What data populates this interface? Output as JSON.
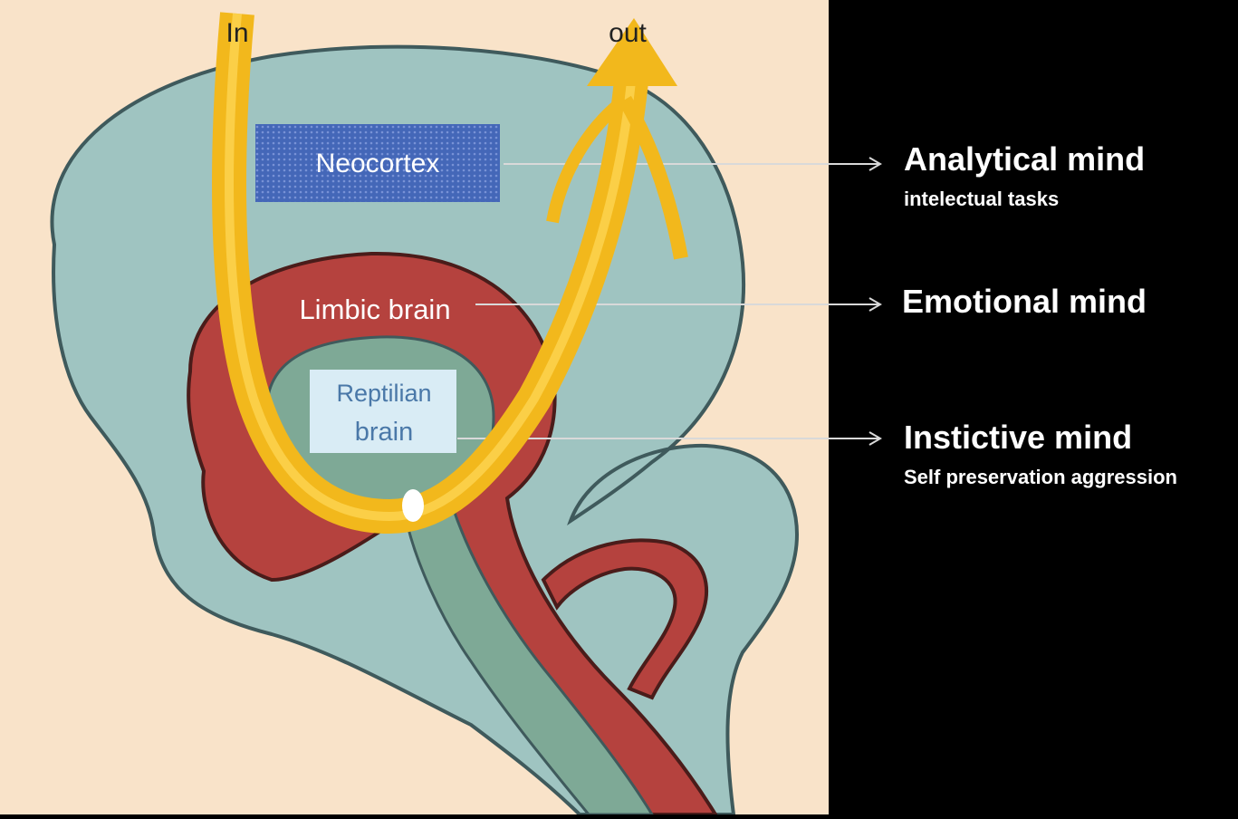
{
  "flow": {
    "in_label": "In",
    "out_label": "out"
  },
  "regions": {
    "neocortex": "Neocortex",
    "limbic": "Limbic brain",
    "reptilian_line1": "Reptilian",
    "reptilian_line2": "brain"
  },
  "minds": [
    {
      "title": "Analytical mind",
      "subtitle": "intelectual tasks"
    },
    {
      "title": "Emotional mind",
      "subtitle": ""
    },
    {
      "title": "Instictive mind",
      "subtitle": "Self preservation aggression"
    }
  ],
  "colors": {
    "background": "#000000",
    "panel": "#f9e3c9",
    "neocortex_fill": "#9fc4c1",
    "limbic_fill": "#b5423e",
    "reptilian_fill": "#7ea996",
    "arrow": "#f2b81c",
    "label_box": "#4a6fc0",
    "reptilian_box": "#d9ecf5"
  }
}
